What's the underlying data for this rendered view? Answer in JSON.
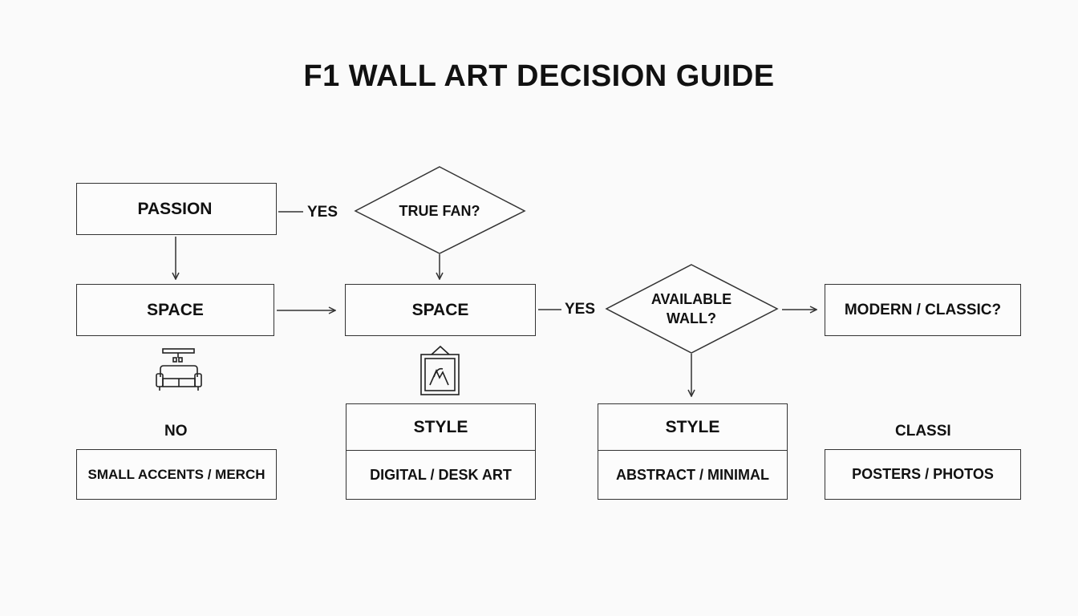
{
  "title": "F1 WALL ART DECISION GUIDE",
  "nodes": {
    "passion": "PASSION",
    "true_fan": "TRUE FAN?",
    "space_left": "SPACE",
    "space_mid": "SPACE",
    "available_wall_line1": "AVAILABLE",
    "available_wall_line2": "WALL?",
    "modern_classic": "MODERN / CLASSIC?",
    "style_mid": "STYLE",
    "style_mid_option": "DIGITAL / DESK ART",
    "style_right": "STYLE",
    "style_right_option": "ABSTRACT / MINIMAL",
    "small_accents": "SMALL ACCENTS / MERCH",
    "posters_photos": "POSTERS / PHOTOS"
  },
  "labels": {
    "yes_top": "YES",
    "yes_mid": "YES",
    "no": "NO",
    "classic": "CLASSI"
  },
  "icons": {
    "helmet": "helmet-icon",
    "sofa": "sofa-icon",
    "framed_picture": "framed-picture-icon"
  },
  "colors": {
    "line": "#333333",
    "background": "#fafafa"
  }
}
